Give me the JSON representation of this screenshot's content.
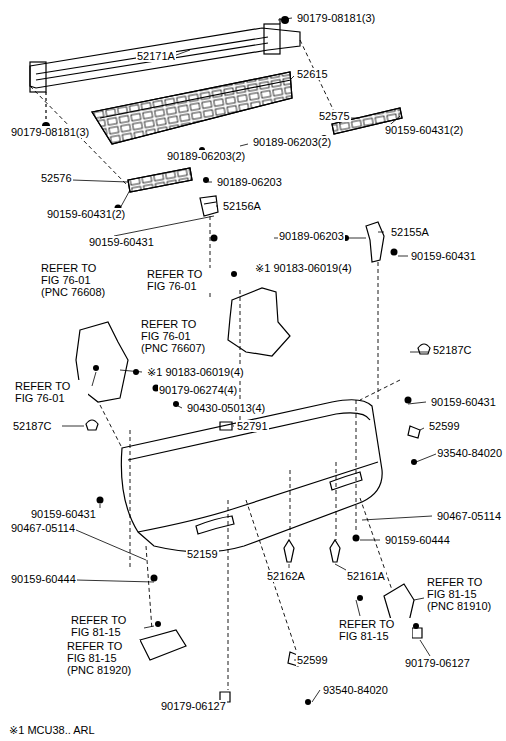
{
  "diagram": {
    "labels": [
      "52171A",
      "90179-08181(3)",
      "52615",
      "90159-60431(2)",
      "52575",
      "90189-06203(2)",
      "90189-06203(2)",
      "90179-08181(3)",
      "52576",
      "90189-06203",
      "52156A",
      "90159-60431(2)",
      "90159-60431",
      "REFER TO FIG 76-01 (PNC 76608)",
      "REFER TO FIG 76-01",
      "※1 90183-06019(4)",
      "90189-06203",
      "52155A",
      "90159-60431",
      "REFER TO FIG 76-01 (PNC 76607)",
      "52187C",
      "REFER TO FIG 76-01",
      "※1 90183-06019(4)",
      "90179-06274(4)",
      "90430-05013(4)",
      "90159-60431",
      "52187C",
      "52599",
      "52791",
      "93540-84020",
      "90159-60431",
      "90467-05114",
      "90467-05114",
      "52159",
      "90159-60444",
      "90159-60444",
      "52162A",
      "52161A",
      "REFER TO FIG 81-15 (PNC 81910)",
      "REFER TO FIG 81-15",
      "REFER TO FIG 81-15 (PNC 81920)",
      "REFER TO FIG 81-15",
      "90179-06127",
      "52599",
      "93540-84020",
      "90179-06127",
      "※1  MCU38.. ARL"
    ]
  }
}
